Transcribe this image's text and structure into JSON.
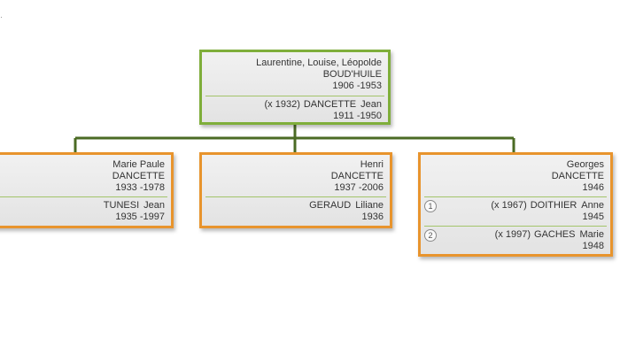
{
  "colors": {
    "root_border": "#7fae3a",
    "child_border": "#e8942d",
    "connector": "#4b6b24",
    "divider": "#a3c46a"
  },
  "root": {
    "given_names": "Laurentine, Louise, Léopolde",
    "surname": "BOUD'HUILE",
    "dates": "1906  -1953",
    "spouse": {
      "marriage": "(x 1932)",
      "surname": "DANCETTE",
      "first": "Jean",
      "dates": "1911  -1950"
    }
  },
  "children": [
    {
      "given": "Marie Paule",
      "surname": "DANCETTE",
      "dates": "1933  -1978",
      "spouses": [
        {
          "marriage": "",
          "surname": "TUNESI",
          "first": "Jean",
          "dates": "1935  -1997"
        }
      ]
    },
    {
      "given": "Henri",
      "surname": "DANCETTE",
      "dates": "1937  -2006",
      "spouses": [
        {
          "marriage": "",
          "surname": "GERAUD",
          "first": "Liliane",
          "dates": "1936"
        }
      ]
    },
    {
      "given": "Georges",
      "surname": "DANCETTE",
      "dates": "1946",
      "spouses": [
        {
          "index": "1",
          "marriage": "(x 1967)",
          "surname": "DOITHIER",
          "first": "Anne",
          "dates": "1945"
        },
        {
          "index": "2",
          "marriage": "(x 1997)",
          "surname": "GACHES",
          "first": "Marie",
          "dates": "1948"
        }
      ]
    }
  ]
}
